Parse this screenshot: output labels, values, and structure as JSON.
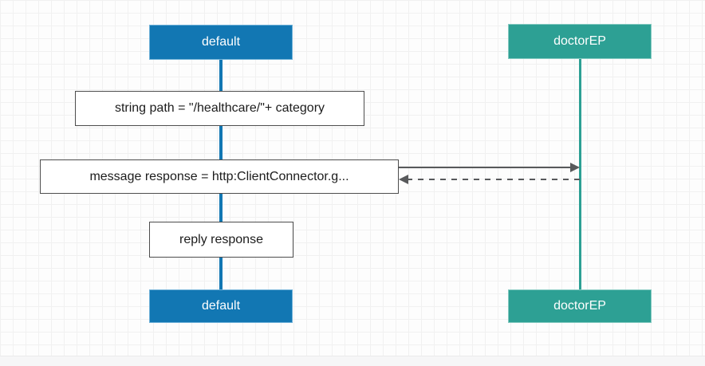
{
  "diagram": {
    "type": "sequence-diagram",
    "lifelines": [
      {
        "id": "default",
        "label": "default"
      },
      {
        "id": "doctorEP",
        "label": "doctorEP"
      }
    ],
    "statements": [
      {
        "id": "variable-def",
        "label": "string path = \"/healthcare/\"+ category"
      },
      {
        "id": "action-invocation",
        "label": "message response = http:ClientConnector.g..."
      },
      {
        "id": "reply",
        "label": "reply response"
      }
    ],
    "arrows": [
      {
        "from": "default",
        "to": "doctorEP",
        "style": "solid",
        "direction": "right"
      },
      {
        "from": "doctorEP",
        "to": "default",
        "style": "dashed",
        "direction": "left"
      }
    ]
  },
  "colors": {
    "primary-blue": "#1277b3",
    "primary-teal": "#2da094",
    "blue-border-light": "#6fb1d8",
    "teal-border-light": "#83c9c0",
    "statement-border": "#4d4d4d",
    "statement-text": "#1c1c1c",
    "arrow-gray": "#58595b",
    "grid-line": "#f1f1f1",
    "canvas-bg": "#fdfdfd",
    "footer-bg": "#f6f6f7"
  }
}
